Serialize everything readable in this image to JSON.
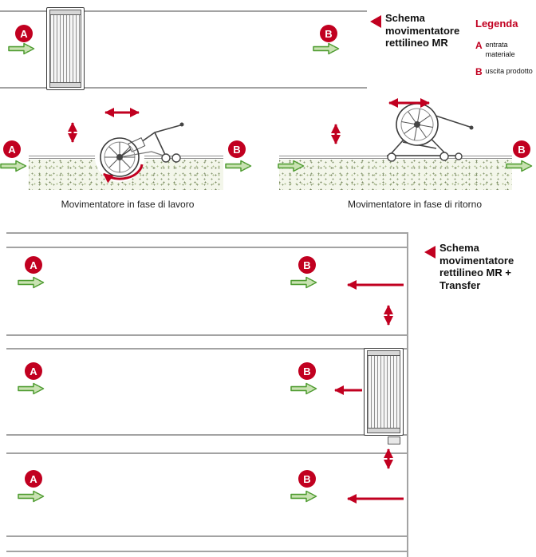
{
  "labels": {
    "entry": "A",
    "exit": "B"
  },
  "legend": {
    "title": "Legenda",
    "items": [
      {
        "key": "A",
        "label": "entrata materiale"
      },
      {
        "key": "B",
        "label": "uscita prodotto"
      }
    ]
  },
  "sections": {
    "top": {
      "title": "Schema movimentatore rettilineo MR"
    },
    "middle": {
      "work_caption": "Movimentatore in fase di lavoro",
      "return_caption": "Movimentatore in fase di ritorno"
    },
    "bottom": {
      "title": "Schema movimentatore rettilineo MR + Transfer"
    }
  },
  "colors": {
    "accent_red": "#c10020",
    "flow_green": "#4f9c31",
    "rail_gray": "#a3a3a3"
  }
}
